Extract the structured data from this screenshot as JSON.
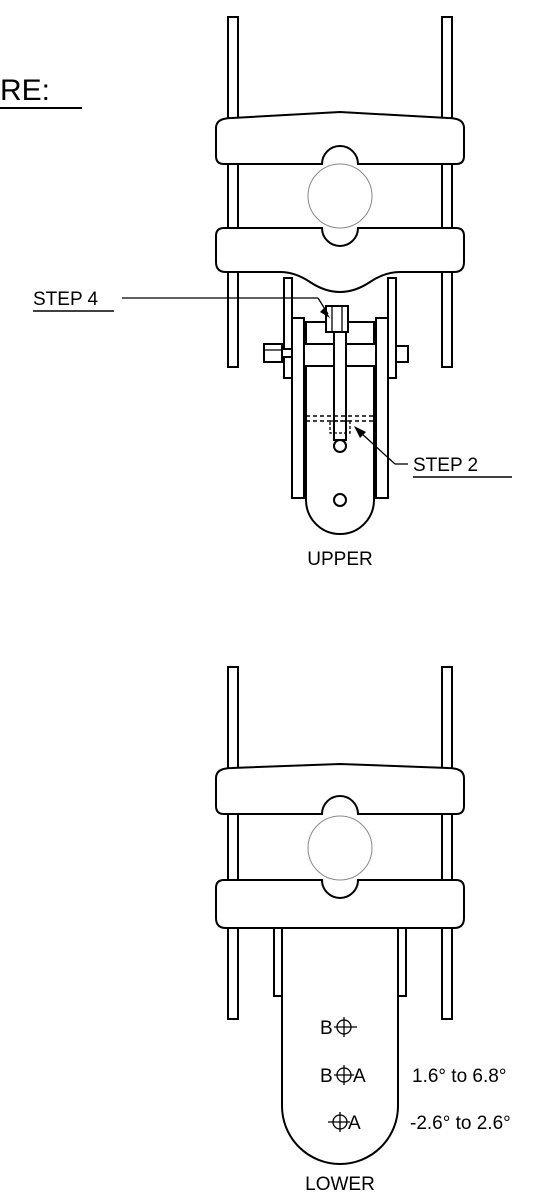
{
  "header": {
    "partial_title": "RE:"
  },
  "upper": {
    "step4_label": "STEP 4",
    "step2_label": "STEP 2",
    "caption": "UPPER"
  },
  "lower": {
    "hole_b_top_label": "B",
    "hole_b_mid_label": "B",
    "hole_a_mid_label": "A",
    "hole_a_bottom_label": "A",
    "range_mid": "1.6° to 6.8°",
    "range_bottom": "-2.6° to 2.6°",
    "caption": "LOWER"
  },
  "colors": {
    "line": "#000000",
    "background": "#ffffff"
  }
}
